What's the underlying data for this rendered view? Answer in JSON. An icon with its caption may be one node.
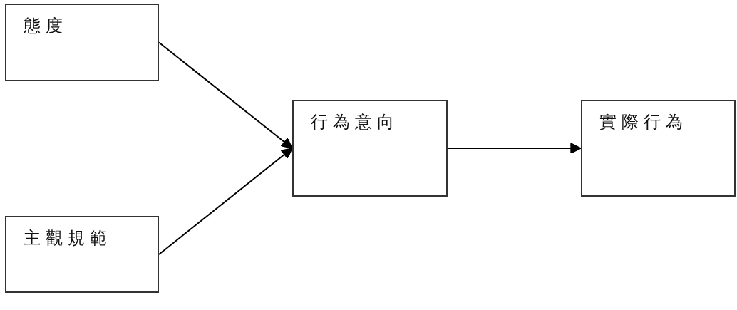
{
  "diagram": {
    "nodes": [
      {
        "text": [
          "態度"
        ]
      },
      {
        "text": [
          "主觀規範"
        ]
      },
      {
        "text": [
          "行為意向"
        ]
      },
      {
        "text": [
          "實際行為"
        ]
      }
    ],
    "edges": [
      {
        "from": 0,
        "to": 2,
        "arrow": "to"
      },
      {
        "from": 1,
        "to": 2,
        "arrow": "to"
      },
      {
        "from": 2,
        "to": 3,
        "arrow": "to"
      }
    ]
  }
}
